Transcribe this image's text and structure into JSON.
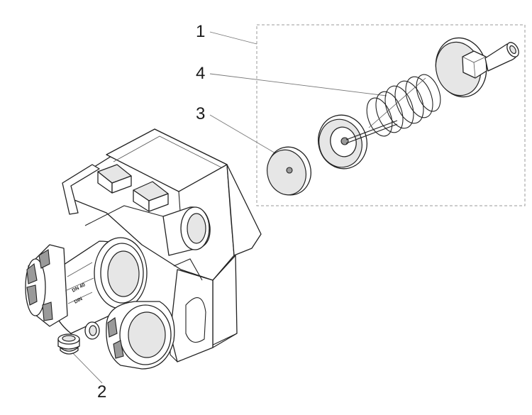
{
  "callouts": {
    "part_1": "1",
    "part_2": "2",
    "part_3": "3",
    "part_4": "4"
  },
  "valve_markings": {
    "line_1": "DN 40",
    "line_2": "DIN"
  },
  "colors": {
    "line": "#222222",
    "fill": "#ffffff",
    "shade": "#e6e6e6",
    "dark_shade": "#9a9a9a",
    "leader": "#777777",
    "kit_box": "#999999"
  }
}
